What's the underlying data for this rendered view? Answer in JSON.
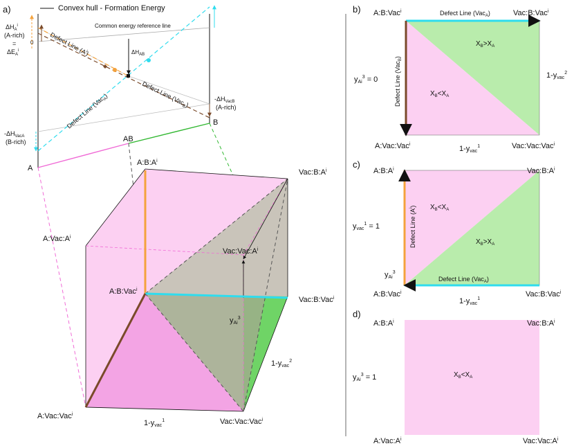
{
  "panels": {
    "a": {
      "letter": "a)",
      "legend_text": "Convex hull - Formation Energy",
      "ref_line_label": "Common energy reference line",
      "zero_label": "0",
      "dh_ab": "ΔH",
      "dh_ab_sub": "AB",
      "dha_label": "ΔH",
      "dha_sub": "A",
      "dha_sup": "i",
      "dha_cond": "(A-rich)",
      "dha_eq": "=",
      "dea_label": "ΔE",
      "dea_sub": "A",
      "dea_sup": "i",
      "neg_dhvacb": "-ΔH",
      "neg_dhvacb_sub": "VacB",
      "neg_dhvacb_cond": "(A-rich)",
      "neg_dhvaca": "-ΔH",
      "neg_dhvaca_sub": "VacA",
      "neg_dhvaca_cond": "(B-rich)",
      "defect_line_ai": "Defect Line (A",
      "defect_line_ai_sup": "i",
      "defect_line_vacb": "Defect Line (Vac",
      "defect_line_vacb_sub": "B",
      "defect_line_vaca": "Defect Line (Vac",
      "defect_line_vaca_sub": "A",
      "point_a": "A",
      "point_b": "B",
      "point_ab": "AB",
      "cube": {
        "top_left_back": "A:B:A",
        "top_left_back_sup": "i",
        "top_right_back": "Vac:B:A",
        "top_right_back_sup": "i",
        "mid_left": "A:Vac:A",
        "mid_left_sup": "i",
        "mid_center": "Vac:Vac:A",
        "mid_center_sup": "i",
        "front_top_left": "A:B:Vac",
        "front_top_left_sup": "i",
        "front_top_right": "Vac:B:Vac",
        "front_top_right_sup": "i",
        "bottom_left": "A:Vac:Vac",
        "bottom_left_sup": "i",
        "bottom_right": "Vac:Vac:Vac",
        "bottom_right_sup": "i",
        "y_ai": "y",
        "y_ai_sub": "Ai",
        "y_ai_sup": "3",
        "one_minus_yvac2": "1-y",
        "one_minus_yvac2_sub": "vac",
        "one_minus_yvac2_sup": "2",
        "one_minus_yvac1": "1-y",
        "one_minus_yvac1_sub": "vac",
        "one_minus_yvac1_sup": "1"
      }
    },
    "b": {
      "letter": "b)",
      "tl": "A:B:Vac",
      "tl_sup": "i",
      "tr": "Vac:B:Vac",
      "tr_sup": "i",
      "bl": "A:Vac:Vac",
      "bl_sup": "i",
      "br": "Vac:Vac:Vac",
      "br_sup": "i",
      "top_defect": "Defect Line (Vac",
      "top_defect_sub": "A",
      "left_defect": "Defect Line (Vac",
      "left_defect_sub": "B",
      "cond_label": "y",
      "cond_sub": "Ai",
      "cond_sup": "3",
      "cond_val": " = 0",
      "right_label": "1-y",
      "right_sub": "vac",
      "right_sup": "2",
      "bottom_label": "1-y",
      "bottom_sub": "vac",
      "bottom_sup": "1",
      "region_green": "X",
      "region_green_a": "B",
      "region_green_op": ">X",
      "region_green_b": "A",
      "region_pink": "X",
      "region_pink_a": "B",
      "region_pink_op": "<X",
      "region_pink_b": "A"
    },
    "c": {
      "letter": "c)",
      "tl": "A:B:A",
      "tl_sup": "i",
      "tr": "Vac:B:A",
      "tr_sup": "i",
      "bl": "A:B:Vac",
      "bl_sup": "i",
      "br": "Vac:B:Vac",
      "br_sup": "i",
      "bottom_defect": "Defect Line (Vac",
      "bottom_defect_sub": "A",
      "left_defect": "Defect Line (A",
      "left_defect_sup": "i",
      "cond_label": "y",
      "cond_sub": "vac",
      "cond_sup": "1",
      "cond_val": " = 1",
      "left_axis": "y",
      "left_axis_sub": "Ai",
      "left_axis_sup": "3",
      "bottom_label": "1-y",
      "bottom_sub": "vac",
      "bottom_sup": "1",
      "region_pink": "X",
      "region_pink_a": "B",
      "region_pink_op": "<X",
      "region_pink_b": "A",
      "region_green": "X",
      "region_green_a": "B",
      "region_green_op": ">X",
      "region_green_b": "A"
    },
    "d": {
      "letter": "d)",
      "tl": "A:B:A",
      "tl_sup": "i",
      "tr": "Vac:B:A",
      "tr_sup": "i",
      "bl": "A:Vac:A",
      "bl_sup": "i",
      "br": "Vac:Vac:A",
      "br_sup": "i",
      "cond_label": "y",
      "cond_sub": "Ai",
      "cond_sup": "3",
      "cond_val": " = 1",
      "region_pink": "X",
      "region_pink_a": "B",
      "region_pink_op": "<X",
      "region_pink_b": "A"
    }
  },
  "colors": {
    "pink": "#fcd0f2",
    "pink_dark": "#f3a4e4",
    "green": "#b9ecac",
    "green_dark": "#6fd466",
    "grey": "#c9c4ba",
    "olive": "#9fad8b",
    "orange": "#f4a23c",
    "brown": "#7a4a2a",
    "cyan": "#2fdcee",
    "magenta_line": "#f06ad6",
    "green_line": "#32b832"
  }
}
